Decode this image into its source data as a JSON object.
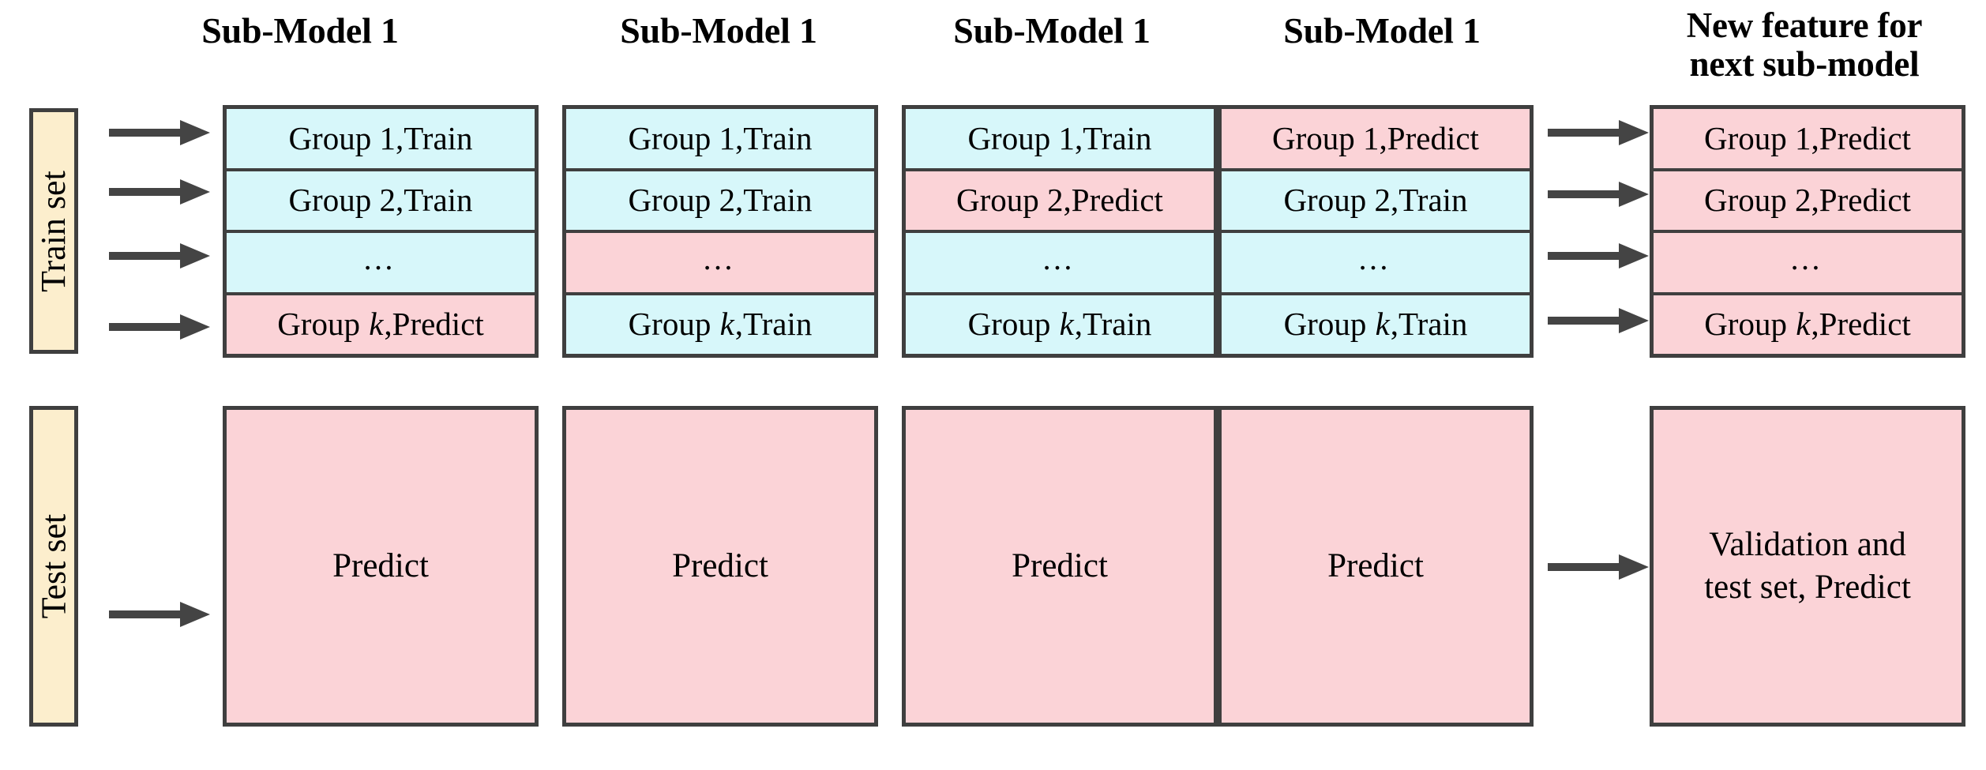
{
  "figure": {
    "title_row": {
      "columns": [
        {
          "id": "col1",
          "label": "Sub-Model 1"
        },
        {
          "id": "col2",
          "label": "Sub-Model 1"
        },
        {
          "id": "col3",
          "label": "Sub-Model 1"
        },
        {
          "id": "col4",
          "label": "Sub-Model 1"
        },
        {
          "id": "col5",
          "label_line1": "New feature for",
          "label_line2": "next sub-model"
        }
      ]
    },
    "row_labels": {
      "train": "Train set",
      "test": "Test set"
    },
    "group_prefix": "Group",
    "group_ids": [
      "1",
      "2",
      "…",
      "k"
    ],
    "states": {
      "train": "Train",
      "predict": "Predict"
    },
    "columns": [
      {
        "id": "col1",
        "header": "Sub-Model 1",
        "cells": [
          {
            "label": "Group 1,Train",
            "group": "1",
            "state": "Train",
            "fill": "train",
            "is_ellipsis": false
          },
          {
            "label": "Group 2,Train",
            "group": "2",
            "state": "Train",
            "fill": "train",
            "is_ellipsis": false
          },
          {
            "label": "…",
            "group": "…",
            "state": "",
            "fill": "train",
            "is_ellipsis": true
          },
          {
            "label": "Group k,Predict",
            "group": "k",
            "state": "Predict",
            "fill": "predict",
            "is_ellipsis": false
          }
        ],
        "bottom_box": "Predict"
      },
      {
        "id": "col2",
        "header": "Sub-Model 1",
        "cells": [
          {
            "label": "Group 1,Train",
            "group": "1",
            "state": "Train",
            "fill": "train",
            "is_ellipsis": false
          },
          {
            "label": "Group 2,Train",
            "group": "2",
            "state": "Train",
            "fill": "train",
            "is_ellipsis": false
          },
          {
            "label": "…",
            "group": "…",
            "state": "",
            "fill": "predict",
            "is_ellipsis": true
          },
          {
            "label": "Group k,Train",
            "group": "k",
            "state": "Train",
            "fill": "train",
            "is_ellipsis": false
          }
        ],
        "bottom_box": "Predict"
      },
      {
        "id": "col3",
        "header": "Sub-Model 1",
        "cells": [
          {
            "label": "Group 1,Train",
            "group": "1",
            "state": "Train",
            "fill": "train",
            "is_ellipsis": false
          },
          {
            "label": "Group 2,Predict",
            "group": "2",
            "state": "Predict",
            "fill": "predict",
            "is_ellipsis": false
          },
          {
            "label": "…",
            "group": "…",
            "state": "",
            "fill": "train",
            "is_ellipsis": true
          },
          {
            "label": "Group k,Train",
            "group": "k",
            "state": "Train",
            "fill": "train",
            "is_ellipsis": false
          }
        ],
        "bottom_box": "Predict"
      },
      {
        "id": "col4",
        "header": "Sub-Model 1",
        "cells": [
          {
            "label": "Group 1,Predict",
            "group": "1",
            "state": "Predict",
            "fill": "predict",
            "is_ellipsis": false
          },
          {
            "label": "Group 2,Train",
            "group": "2",
            "state": "Train",
            "fill": "train",
            "is_ellipsis": false
          },
          {
            "label": "…",
            "group": "…",
            "state": "",
            "fill": "train",
            "is_ellipsis": true
          },
          {
            "label": "Group k,Train",
            "group": "k",
            "state": "Train",
            "fill": "train",
            "is_ellipsis": false
          }
        ],
        "bottom_box": "Predict"
      },
      {
        "id": "col5",
        "header_line1": "New feature for",
        "header_line2": "next sub-model",
        "cells": [
          {
            "label": "Group 1,Predict",
            "group": "1",
            "state": "Predict",
            "fill": "predict",
            "is_ellipsis": false
          },
          {
            "label": "Group 2,Predict",
            "group": "2",
            "state": "Predict",
            "fill": "predict",
            "is_ellipsis": false
          },
          {
            "label": "…",
            "group": "…",
            "state": "",
            "fill": "predict",
            "is_ellipsis": true
          },
          {
            "label": "Group k,Predict",
            "group": "k",
            "state": "Predict",
            "fill": "predict",
            "is_ellipsis": false
          }
        ],
        "bottom_box_line1": "Validation and",
        "bottom_box_line2": "test set, Predict"
      }
    ],
    "colors": {
      "train_fill": "#d7f7fa",
      "predict_fill": "#fbd3d7",
      "set_label_fill": "#fceecd",
      "border": "#3f3f3f",
      "arrow": "#444444",
      "background": "#ffffff"
    },
    "arrow_groups": {
      "train_in": 4,
      "test_in": 1,
      "feature_out": 4,
      "test_out": 1
    }
  }
}
